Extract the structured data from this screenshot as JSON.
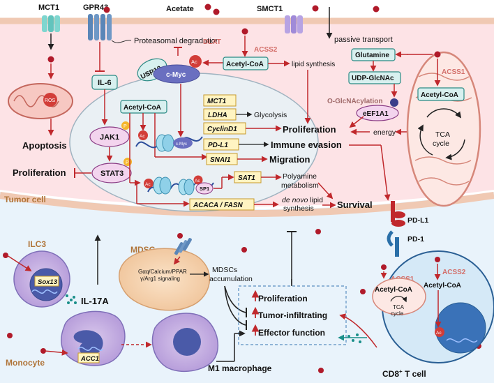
{
  "top": {
    "mct1": "MCT1",
    "gpr43": "GPR43",
    "acetate": "Acetate",
    "smct1": "SMCT1",
    "passive": "passive transport"
  },
  "tumor": {
    "label": "Tumor cell",
    "proteasomal": "Proteasomal degradation",
    "usp10": "USP10",
    "ac": "Ac",
    "cmyc": "c-Myc",
    "dlat": "DLAT",
    "acss2": "ACSS2",
    "acetyl_coa": "Acetyl-CoA",
    "lipid_synthesis": "lipid synthesis",
    "ros": "ROS",
    "apoptosis": "Apoptosis",
    "il6": "IL-6",
    "jak1": "JAK1",
    "stat3": "STAT3",
    "p": "P",
    "proliferation_left": "Proliferation",
    "nuc_acetyl_coa": "Acetyl-CoA",
    "mct1_gene": "MCT1",
    "ldha": "LDHA",
    "glycolysis": "Glycolysis",
    "cyclind1": "CyclinD1",
    "pdl1_gene": "PD-L1",
    "immune_evasion": "Immune evasion",
    "snai1": "SNAI1",
    "migration": "Migration",
    "sat1": "SAT1",
    "sp1": "SP1",
    "polyamine": "Polyamine",
    "metabolism": "metabolism",
    "acaca_fasn": "ACACA / FASN",
    "de_novo_italic": "de novo",
    "de_novo_lipid": " lipid",
    "synthesis": "synthesis",
    "survival": "Survival",
    "proliferation_center": "Proliferation",
    "glutamine": "Glutamine",
    "udp": "UDP-GlcNAc",
    "oglcnac": "O-GlcNAcylation",
    "eef1a1": "eEF1A1",
    "energy": "energy",
    "acss1": "ACSS1",
    "mito_acetyl_coa": "Acetyl-CoA",
    "tca1": "TCA",
    "tca2": "cycle",
    "myc_small": "c-Myc"
  },
  "immune": {
    "pdl1": "PD-L1",
    "pd1": "PD-1",
    "ilc3": "ILC3",
    "sox13": "Sox13",
    "il17a": "IL-17A",
    "mdsc": "MDSC",
    "gaq1": "Gαq/Calcium/PPAR",
    "gaq2": "γ/Arg1 signaling",
    "mdscs_acc1": "MDSCs",
    "mdscs_acc2": "accumulation",
    "prolif": "Proliferation",
    "infiltrating": "Tumor-infiltrating",
    "effector": "Effector function",
    "monocyte": "Monocyte",
    "acc1": "ACC1",
    "m1": "M1 macrophage",
    "cd8": "CD8",
    "cd8_sup": "+",
    "cd8_rest": " T cell",
    "acss1": "ACSS1",
    "acetyl_coa1": "Acetyl-CoA",
    "tca1": "TCA",
    "tca2": "cycle",
    "acss2": "ACSS2",
    "acetyl_coa2": "Acetyl-CoA",
    "ac": "Ac"
  },
  "colors": {
    "arrow": "#c0282c",
    "tumor_bg": "#fde6e8",
    "immune_bg": "#e8f2fa",
    "title_brown": "#b0753a",
    "gene_box": "#fff4c2",
    "teal_box": "#d8f0ef"
  }
}
